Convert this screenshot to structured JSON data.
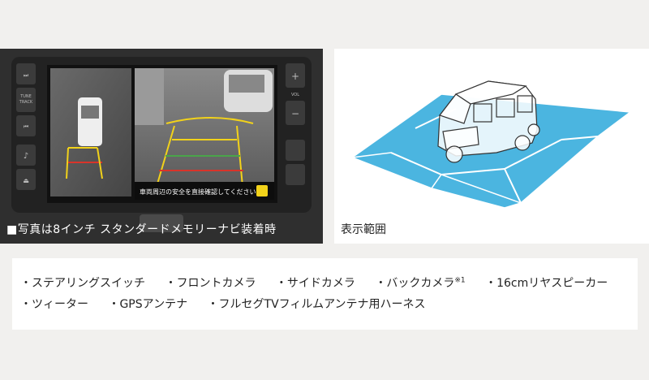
{
  "left_panel": {
    "caption": "■写真は8インチ スタンダードメモリーナビ装着時",
    "screen_warning": "車両周辺の安全を直接確認してください",
    "buttons": {
      "tune_track": "TUNE\nTRACK",
      "vol": "VOL",
      "plus": "+",
      "minus": "−"
    }
  },
  "right_panel": {
    "caption": "表示範囲"
  },
  "features": {
    "line1": [
      "・ステアリングスイッチ",
      "・フロントカメラ",
      "・サイドカメラ",
      "・バックカメラ",
      "・16cmリヤスピーカー"
    ],
    "note_mark": "※1",
    "line2": [
      "・ツィーター",
      "・GPSアンテナ",
      "・フルセグTVフィルムアンテナ用ハーネス"
    ]
  },
  "colors": {
    "range_blue": "#4bb5e0",
    "panel_dark": "#3a3a3a",
    "guide_yellow": "#f2d21a",
    "guide_red": "#d8342a",
    "guide_green": "#4aa44a"
  }
}
